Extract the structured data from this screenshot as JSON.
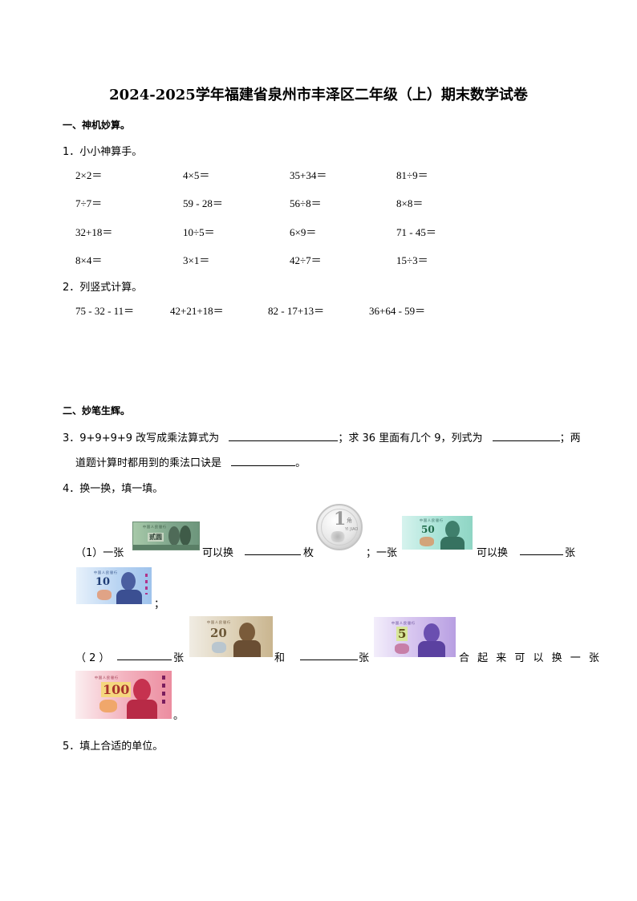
{
  "title": "2024-2025学年福建省泉州市丰泽区二年级（上）期末数学试卷",
  "sections": [
    {
      "label": "一、神机妙算。"
    },
    {
      "label": "二、妙笔生辉。"
    }
  ],
  "q1": {
    "label": "1．小小神算手。",
    "rows": [
      [
        "2×2＝",
        "4×5＝",
        "35+34＝",
        "81÷9＝"
      ],
      [
        "7÷7＝",
        "59 - 28＝",
        "56÷8＝",
        "8×8＝"
      ],
      [
        "32+18＝",
        "10÷5＝",
        "6×9＝",
        "71 - 45＝"
      ],
      [
        "8×4＝",
        "3×1＝",
        "42÷7＝",
        "15÷3＝"
      ]
    ]
  },
  "q2": {
    "label": "2．列竖式计算。",
    "items": [
      "75 - 32 - 11＝",
      "42+21+18＝",
      "82 - 17+13＝",
      "36+64 - 59＝"
    ]
  },
  "q3": {
    "part1": "3．9+9+9+9 改写成乘法算式为",
    "part2": "；求 36 里面有几个 9，列式为",
    "part3": "；两",
    "line2": "道题计算时都用到的乘法口诀是",
    "end": "。"
  },
  "q4": {
    "label": "4．换一换，填一填。",
    "sub1": {
      "prefix": "（1）一张",
      "can_exchange": "可以换",
      "unit_coin": "枚",
      "sep": "；一张",
      "can_exchange2": "可以换",
      "unit_note": "张",
      "end": "；"
    },
    "sub2": {
      "prefix": "（ 2 ）",
      "unit1": "张",
      "and": "和",
      "unit2": "张",
      "suffix": "合 起 来 可 以 换 一 张",
      "end": "。"
    },
    "notes": {
      "two_yuan": {
        "value": "贰圆",
        "header": "中国人民银行",
        "color": "#8fb59a"
      },
      "one_jiao_coin": {
        "value": "1",
        "text": "YI JIAO",
        "unit": "角"
      },
      "fifty": {
        "value": "50",
        "header": "中国人民银行",
        "color": "#9fdccc"
      },
      "ten": {
        "value": "10",
        "header": "中国人民银行",
        "color": "#a9c8ef"
      },
      "twenty": {
        "value": "20",
        "header": "中国人民银行",
        "color": "#d9c7a6"
      },
      "five": {
        "value": "5",
        "header": "中国人民银行",
        "color": "#c7b3e6"
      },
      "hundred": {
        "value": "100",
        "header": "中国人民银行",
        "color": "#f1a7b4"
      }
    }
  },
  "q5": {
    "label": "5．填上合适的单位。"
  }
}
